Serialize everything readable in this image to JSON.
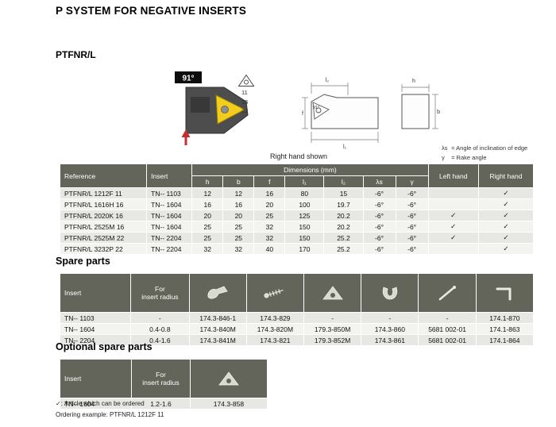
{
  "page": {
    "title": "P SYSTEM FOR NEGATIVE INSERTS",
    "model": "PTFNR/L",
    "right_hand_shown": "Right hand shown",
    "footnote_check": "✓: Article which can be ordered",
    "footnote_example": "Ordering example: PTFNR/L 1212F 11"
  },
  "legend": {
    "items": [
      {
        "symbol": "λs",
        "text": "= Angle of inclination of edge"
      },
      {
        "symbol": "γ",
        "text": "= Rake angle"
      }
    ]
  },
  "diagram": {
    "angle_label": "91°",
    "front_angle_label": "91°",
    "insert_icon_sizes": [
      "11",
      "16",
      "22"
    ],
    "dim_labels": {
      "l2": "l₂",
      "l1": "l₁",
      "f": "f",
      "h": "h",
      "b": "b"
    }
  },
  "main_table": {
    "header": {
      "reference": "Reference",
      "insert": "Insert",
      "dimensions": "Dimensions (mm)",
      "left_hand": "Left hand",
      "right_hand": "Right hand",
      "dim_cols": [
        "h",
        "b",
        "f",
        "l₁",
        "l₂",
        "λs",
        "γ"
      ]
    },
    "rows": [
      {
        "reference": "PTFNR/L 1212F 11",
        "insert": "TN-- 1103",
        "dims": [
          "12",
          "12",
          "16",
          "80",
          "15",
          "-6°",
          "-6°"
        ],
        "left": "",
        "right": "✓"
      },
      {
        "reference": "PTFNR/L 1616H 16",
        "insert": "TN-- 1604",
        "dims": [
          "16",
          "16",
          "20",
          "100",
          "19.7",
          "-6°",
          "-6°"
        ],
        "left": "",
        "right": "✓"
      },
      {
        "reference": "PTFNR/L 2020K 16",
        "insert": "TN-- 1604",
        "dims": [
          "20",
          "20",
          "25",
          "125",
          "20.2",
          "-6°",
          "-6°"
        ],
        "left": "✓",
        "right": "✓"
      },
      {
        "reference": "PTFNR/L 2525M 16",
        "insert": "TN-- 1604",
        "dims": [
          "25",
          "25",
          "32",
          "150",
          "20.2",
          "-6°",
          "-6°"
        ],
        "left": "✓",
        "right": "✓"
      },
      {
        "reference": "PTFNR/L 2525M 22",
        "insert": "TN-- 2204",
        "dims": [
          "25",
          "25",
          "32",
          "150",
          "25.2",
          "-6°",
          "-6°"
        ],
        "left": "✓",
        "right": "✓"
      },
      {
        "reference": "PTFNR/L 3232P 22",
        "insert": "TN-- 2204",
        "dims": [
          "32",
          "32",
          "40",
          "170",
          "25.2",
          "-6°",
          "-6°"
        ],
        "left": "",
        "right": "✓"
      }
    ]
  },
  "spare_parts": {
    "title": "Spare parts",
    "header": {
      "insert": "Insert",
      "radius": "For\ninsert radius"
    },
    "icon_names": [
      "clamp-icon",
      "clamp-screw-icon",
      "shim-icon",
      "shim-screw-icon",
      "lever-pin-icon",
      "hex-key-icon"
    ],
    "rows": [
      {
        "insert": "TN-- 1103",
        "radius": "-",
        "parts": [
          "174.3-846-1",
          "174.3-829",
          "-",
          "-",
          "-",
          "174.1-870"
        ]
      },
      {
        "insert": "TN-- 1604",
        "radius": "0.4-0.8",
        "parts": [
          "174.3-840M",
          "174.3-820M",
          "179.3-850M",
          "174.3-860",
          "5681 002-01",
          "174.1-863"
        ]
      },
      {
        "insert": "TN-- 2204",
        "radius": "0.4-1.6",
        "parts": [
          "174.3-841M",
          "174.3-821",
          "179.3-852M",
          "174.3-861",
          "5681 002-01",
          "174.1-864"
        ]
      }
    ]
  },
  "optional_spare_parts": {
    "title": "Optional spare parts",
    "header": {
      "insert": "Insert",
      "radius": "For\ninsert radius"
    },
    "icon_names": [
      "insert-icon"
    ],
    "rows": [
      {
        "insert": "TN-- 1604",
        "radius": "1.2-1.6",
        "part": "174.3-858"
      }
    ]
  },
  "colors": {
    "header_dark": "#63655a",
    "row_odd": "#e7e7e3",
    "row_even": "#f3f3f0",
    "insert_yellow": "#f3cd1e",
    "holder_gray": "#4d4d4d",
    "arrow_red": "#c22f2f"
  }
}
